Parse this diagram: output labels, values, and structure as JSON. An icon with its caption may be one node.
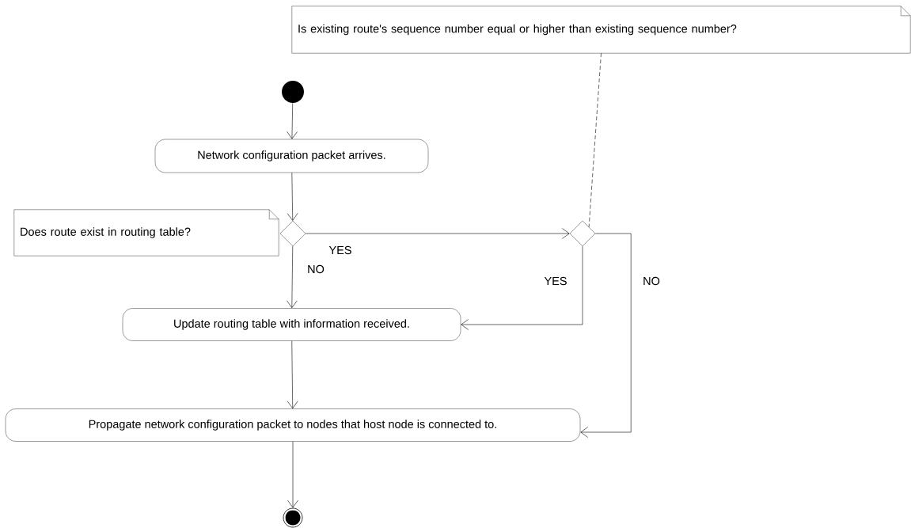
{
  "diagram": {
    "nodes": [
      {
        "text": [
          "Is existing route's sequence number equal or higher than existing sequence number?"
        ]
      },
      {
        "text": [],
        "shape": "circle"
      },
      {
        "text": [
          "Network configuration packet arrives."
        ]
      },
      {
        "text": [
          "Does route exist in routing table?"
        ]
      },
      {
        "text": [],
        "shape": "diamond"
      },
      {
        "text": [],
        "shape": "diamond"
      },
      {
        "text": [
          "Update routing table with information received."
        ]
      },
      {
        "text": [
          "Propagate network configuration packet to nodes that host node is connected to."
        ]
      },
      {
        "text": [],
        "shape": "circle"
      }
    ],
    "edges": [
      {
        "from": 1,
        "to": 2,
        "arrow": "to"
      },
      {
        "from": 2,
        "to": 4,
        "arrow": "to"
      },
      {
        "from": 4,
        "to": 5,
        "arrow": "to",
        "label": "YES"
      },
      {
        "from": 4,
        "to": 6,
        "arrow": "to",
        "label": "NO"
      },
      {
        "from": 5,
        "to": 6,
        "arrow": "to",
        "label": "YES"
      },
      {
        "from": 5,
        "to": 7,
        "arrow": "to",
        "label": "NO"
      },
      {
        "from": 6,
        "to": 7,
        "arrow": "to"
      },
      {
        "from": 7,
        "to": 8,
        "arrow": "to"
      },
      {
        "from": 0,
        "to": 5,
        "arrow": "none",
        "style": "dashed"
      }
    ]
  }
}
